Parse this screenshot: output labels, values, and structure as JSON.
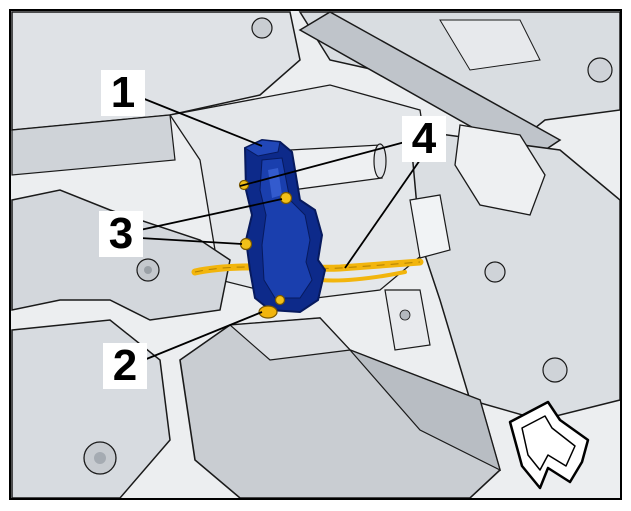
{
  "callouts": [
    {
      "id": "1",
      "text": "1"
    },
    {
      "id": "2",
      "text": "2"
    },
    {
      "id": "3",
      "text": "3"
    },
    {
      "id": "4",
      "text": "4"
    }
  ],
  "colors": {
    "background": "#eceef0",
    "part_dark": "#c8ccd1",
    "part_mid": "#dde0e4",
    "outline": "#1a1a1a",
    "actuator_blue": "#0d2a8a",
    "actuator_blue_dark": "#071a5e",
    "wire_yellow": "#f2b50c",
    "callout_line": "#000000",
    "frame": "#000000"
  },
  "icons": {
    "view_arrow": "direction-arrow-icon"
  }
}
